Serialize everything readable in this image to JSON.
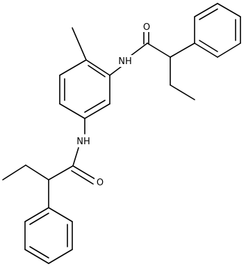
{
  "structure": {
    "atoms": [
      {
        "id": "nh_top",
        "label": "NH"
      },
      {
        "id": "o_top",
        "label": "O"
      },
      {
        "id": "nh_bottom",
        "label": "NH"
      },
      {
        "id": "o_bottom",
        "label": "O"
      }
    ]
  },
  "colors": {
    "bond": "#000000",
    "label": "#000000",
    "background": "#ffffff"
  }
}
